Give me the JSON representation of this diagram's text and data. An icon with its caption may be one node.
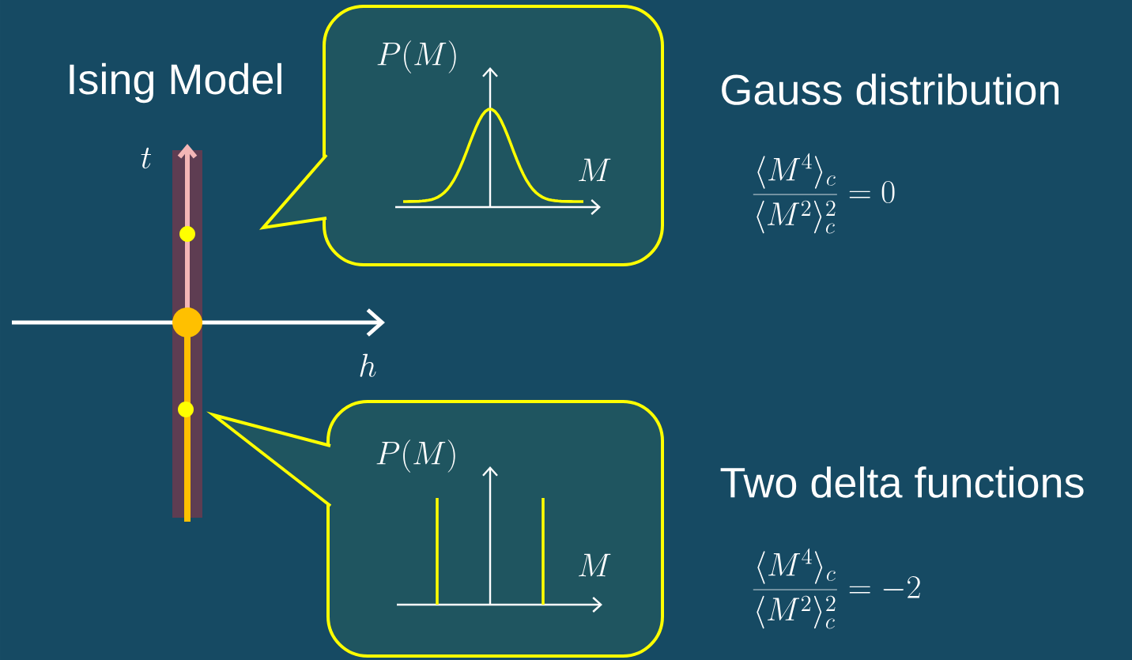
{
  "diagram": {
    "nodes": [
      {
        "text": [
          "P(M)",
          "M"
        ]
      },
      {
        "text": [
          "P(M)",
          "M"
        ]
      }
    ],
    "labels": [
      "Ising Model",
      "t",
      "Gauss distribution",
      "\\frac{\\langle M^4\\rangle_c}{\\langle M^2\\rangle_c^2}=0",
      "h",
      "Two delta functions",
      "\\frac{\\langle M^4\\rangle_c}{\\langle M^2\\rangle_c^2}=-2"
    ]
  }
}
